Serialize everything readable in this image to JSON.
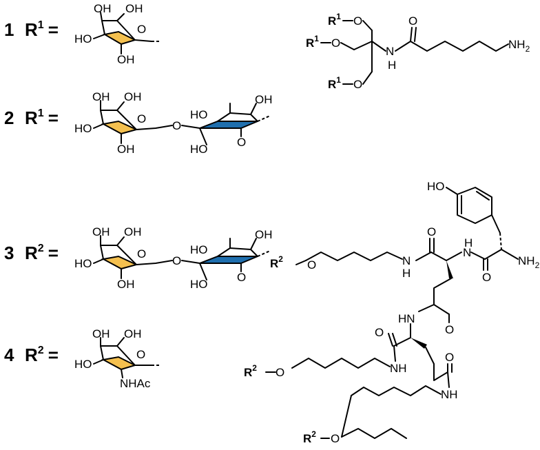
{
  "colors": {
    "galactose_ring": "#f4c04f",
    "glucose_ring": "#1f6fae",
    "ink": "#000000"
  },
  "labels": [
    {
      "num": "1",
      "r": "R",
      "sup": "1",
      "eq": "="
    },
    {
      "num": "2",
      "r": "R",
      "sup": "1",
      "eq": "="
    },
    {
      "num": "3",
      "r": "R",
      "sup": "2",
      "eq": "="
    },
    {
      "num": "4",
      "r": "R",
      "sup": "2",
      "eq": "="
    }
  ],
  "atoms": {
    "OH": "OH",
    "HO": "HO",
    "O": "O",
    "NHAc": "NHAc",
    "H": "H",
    "N": "N",
    "NH": "NH",
    "HN": "HN",
    "NH2": "NH",
    "sub2": "2",
    "R": "R",
    "sup1": "1",
    "sup2": "2"
  }
}
